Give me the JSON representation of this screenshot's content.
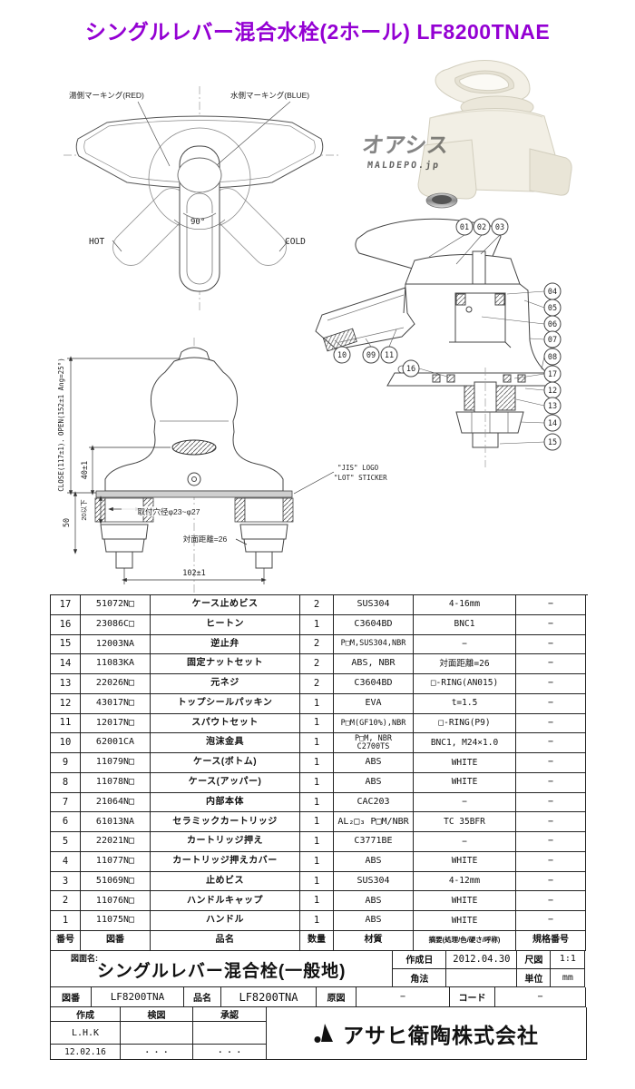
{
  "title": {
    "text": "シングルレバー混合水栓(2ホール)  LF8200TNAE",
    "color": "#9400D3"
  },
  "photo": {
    "watermark_top": "オアシス",
    "watermark_bottom": "MALDEPO.jp"
  },
  "plan_view": {
    "hot_marking": "湯側マーキング(RED)",
    "cold_marking": "水側マーキング(BLUE)",
    "hot": "HOT",
    "cold": "COLD",
    "angle": "90°"
  },
  "front_view": {
    "close_open": "CLOSE(117±1)．OPEN(152±1 Ang=25°)",
    "dim_40": "40±1",
    "dim_20": "20以下",
    "dim_50": "50",
    "dim_102": "102±1",
    "hole": "取付穴径φ23~φ27",
    "face": "対面距離=26",
    "jis": "\"JIS\" LOGO",
    "lot": "\"LOT\" STICKER"
  },
  "section_view": {
    "callouts": [
      "01",
      "02",
      "03",
      "04",
      "05",
      "06",
      "07",
      "08",
      "17",
      "12",
      "13",
      "14",
      "15",
      "10",
      "09",
      "11",
      "16"
    ]
  },
  "parts_table": {
    "headers": [
      "番号",
      "図番",
      "品名",
      "数量",
      "材質",
      "摘要(処理/色/硬さ/呼称)",
      "規格番号"
    ],
    "rows": [
      [
        "17",
        "51072N□",
        "ケース止めビス",
        "2",
        "SUS304",
        "4-16mm",
        "−"
      ],
      [
        "16",
        "23086C□",
        "ヒートン",
        "1",
        "C3604BD",
        "BNC1",
        "−"
      ],
      [
        "15",
        "12003NA",
        "逆止弁",
        "2",
        "P□M,SUS304,NBR",
        "−",
        "−"
      ],
      [
        "14",
        "11083KA",
        "固定ナットセット",
        "2",
        "ABS, NBR",
        "対面距離=26",
        "−"
      ],
      [
        "13",
        "22026N□",
        "元ネジ",
        "2",
        "C3604BD",
        "□-RING(AN015)",
        "−"
      ],
      [
        "12",
        "43017N□",
        "トップシールパッキン",
        "1",
        "EVA",
        "t=1.5",
        "−"
      ],
      [
        "11",
        "12017N□",
        "スパウトセット",
        "1",
        "P□M(GF10%),NBR",
        "□-RING(P9)",
        "−"
      ],
      [
        "10",
        "62001CA",
        "泡沫金具",
        "1",
        [
          "P□M, NBR",
          "C2700TS"
        ],
        "BNC1, M24×1.0",
        "−"
      ],
      [
        "9",
        "11079N□",
        "ケース(ボトム)",
        "1",
        "ABS",
        "WHITE",
        "−"
      ],
      [
        "8",
        "11078N□",
        "ケース(アッパー)",
        "1",
        "ABS",
        "WHITE",
        "−"
      ],
      [
        "7",
        "21064N□",
        "内部本体",
        "1",
        "CAC203",
        "−",
        "−"
      ],
      [
        "6",
        "61013NA",
        "セラミックカートリッジ",
        "1",
        "AL₂□₃ P□M/NBR",
        "TC 35BFR",
        "−"
      ],
      [
        "5",
        "22021N□",
        "カートリッジ押え",
        "1",
        "C3771BE",
        "−",
        "−"
      ],
      [
        "4",
        "11077N□",
        "カートリッジ押えカバー",
        "1",
        "ABS",
        "WHITE",
        "−"
      ],
      [
        "3",
        "51069N□",
        "止めビス",
        "1",
        "SUS304",
        "4-12mm",
        "−"
      ],
      [
        "2",
        "11076N□",
        "ハンドルキャップ",
        "1",
        "ABS",
        "WHITE",
        "−"
      ],
      [
        "1",
        "11075N□",
        "ハンドル",
        "1",
        "ABS",
        "WHITE",
        "−"
      ]
    ]
  },
  "title_block": {
    "drawing_name_label": "図面名:",
    "drawing_name": "シングルレバー混合栓(一般地)",
    "created_label": "作成日",
    "created": "2012.04.30",
    "scale_label": "尺図",
    "scale": "1:1",
    "projection_label": "角法",
    "projection": "",
    "unit_label": "単位",
    "unit": "mm",
    "zuban_label": "図番",
    "zuban": "LF8200TNA",
    "hinmei_label": "品名",
    "hinmei": "LF8200TNA",
    "genzu_label": "原図",
    "genzu": "−",
    "code_label": "コード",
    "code": "−",
    "create_label": "作成",
    "check_label": "検図",
    "approve_label": "承認",
    "author": "L.H.K",
    "date": "12.02.16",
    "check_dots": "・  ・  ・",
    "approve_dots": "・  ・  ・",
    "company": "アサヒ衛陶株式会社"
  }
}
